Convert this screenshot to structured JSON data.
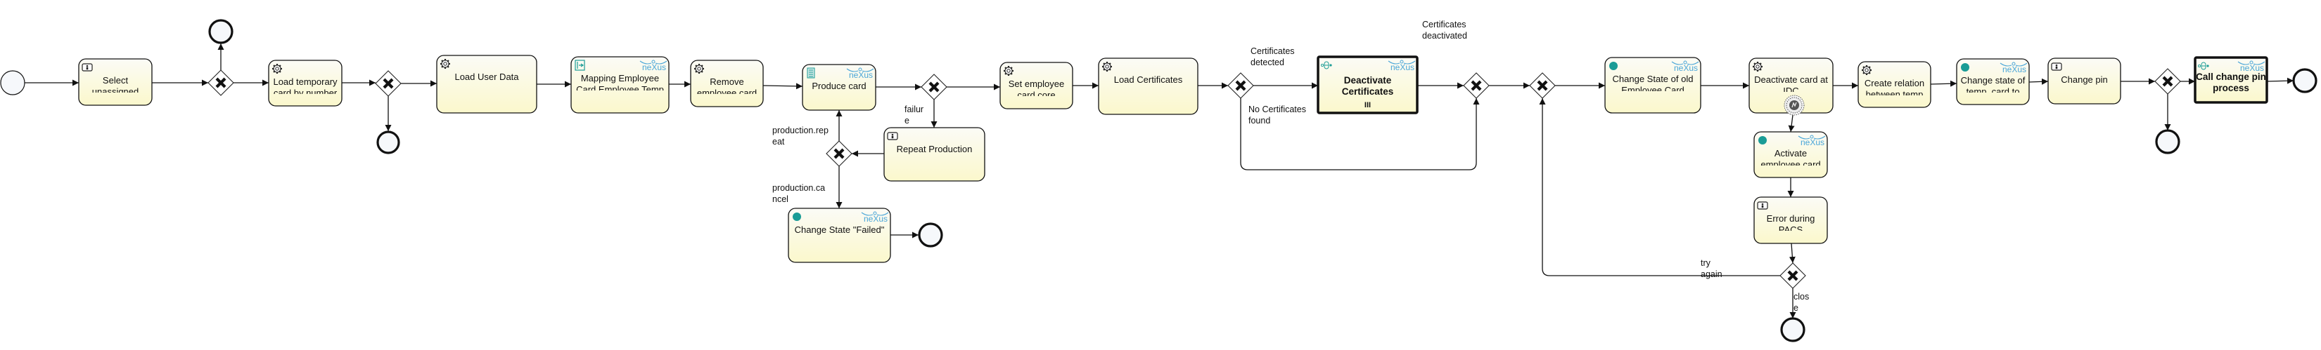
{
  "diagram": {
    "type": "BPMN process",
    "colors": {
      "task_fill_top": "#fbfbf6",
      "task_fill_bottom": "#fbf8cc",
      "stroke": "#111111",
      "event_fill": "#f6f8fb",
      "teal": "#1a9c96",
      "nexus_blue": "#4aa6d8"
    },
    "brand_badge": "neXus",
    "events": [
      {
        "id": "start",
        "kind": "start"
      },
      {
        "id": "end1",
        "kind": "end"
      },
      {
        "id": "end2",
        "kind": "end"
      },
      {
        "id": "end3",
        "kind": "end"
      },
      {
        "id": "end4",
        "kind": "end"
      },
      {
        "id": "end5",
        "kind": "end"
      },
      {
        "id": "end6",
        "kind": "end"
      },
      {
        "id": "boundary",
        "kind": "boundary-error"
      }
    ],
    "tasks": [
      {
        "id": "t1",
        "lines": [
          "Select",
          "unassigned"
        ],
        "icon": "user-task-icon",
        "nexus": false,
        "bold": false
      },
      {
        "id": "t2",
        "lines": [
          "Load temporary",
          "card by number"
        ],
        "icon": "gear-icon",
        "nexus": false,
        "bold": false
      },
      {
        "id": "t3",
        "lines": [
          "Load User Data"
        ],
        "icon": "gear-icon",
        "nexus": false,
        "bold": false
      },
      {
        "id": "t4",
        "lines": [
          "Mapping Employee",
          "Card Employee Temp"
        ],
        "icon": "mapping-icon",
        "nexus": true,
        "bold": false
      },
      {
        "id": "t5",
        "lines": [
          "Remove",
          "employee card"
        ],
        "icon": "gear-icon",
        "nexus": false,
        "bold": false
      },
      {
        "id": "t6",
        "lines": [
          "Produce card"
        ],
        "icon": "script-icon",
        "nexus": true,
        "bold": false
      },
      {
        "id": "t7",
        "lines": [
          "Repeat Production"
        ],
        "icon": "user-task-icon",
        "nexus": false,
        "bold": false
      },
      {
        "id": "t8",
        "lines": [
          "Change State \"Failed\""
        ],
        "icon": "state-dot-icon",
        "nexus": true,
        "bold": false
      },
      {
        "id": "t9",
        "lines": [
          "Set employee",
          "card core"
        ],
        "icon": "gear-icon",
        "nexus": false,
        "bold": false
      },
      {
        "id": "t10",
        "lines": [
          "Load Certificates"
        ],
        "icon": "gear-icon",
        "nexus": false,
        "bold": false
      },
      {
        "id": "t11",
        "lines": [
          "Deactivate",
          "Certificates"
        ],
        "icon": "call-activity-icon",
        "nexus": true,
        "bold": true,
        "multi_instance": "III"
      },
      {
        "id": "t12",
        "lines": [
          "Change State of old",
          "Employee Card"
        ],
        "icon": "state-dot-icon",
        "nexus": true,
        "bold": false
      },
      {
        "id": "t13",
        "lines": [
          "Deactivate card at",
          "IDC"
        ],
        "icon": "gear-icon",
        "nexus": false,
        "bold": false
      },
      {
        "id": "t14",
        "lines": [
          "Activate",
          "employee card"
        ],
        "icon": "state-dot-icon",
        "nexus": true,
        "bold": false
      },
      {
        "id": "t15",
        "lines": [
          "Error during",
          "PACS"
        ],
        "icon": "user-task-icon",
        "nexus": false,
        "bold": false
      },
      {
        "id": "t16",
        "lines": [
          "Create relation",
          "between temp"
        ],
        "icon": "gear-icon",
        "nexus": false,
        "bold": false
      },
      {
        "id": "t17",
        "lines": [
          "Change state of",
          "temp. card to"
        ],
        "icon": "state-dot-icon",
        "nexus": true,
        "bold": false
      },
      {
        "id": "t18",
        "lines": [
          "Change pin"
        ],
        "icon": "user-task-icon",
        "nexus": false,
        "bold": false
      },
      {
        "id": "t19",
        "lines": [
          "Call change pin",
          "process"
        ],
        "icon": "call-activity-icon",
        "nexus": true,
        "bold": true
      }
    ],
    "gateways": [
      {
        "id": "g1",
        "kind": "exclusive"
      },
      {
        "id": "g2",
        "kind": "exclusive"
      },
      {
        "id": "g3",
        "kind": "exclusive"
      },
      {
        "id": "g4",
        "kind": "exclusive"
      },
      {
        "id": "g5",
        "kind": "exclusive"
      },
      {
        "id": "g6",
        "kind": "exclusive"
      },
      {
        "id": "g7",
        "kind": "exclusive"
      },
      {
        "id": "g8",
        "kind": "exclusive"
      },
      {
        "id": "g9",
        "kind": "exclusive"
      }
    ],
    "flow_labels": [
      {
        "id": "l_failure",
        "lines": [
          "failur",
          "e"
        ]
      },
      {
        "id": "l_repeat",
        "lines": [
          "production.rep",
          "eat"
        ]
      },
      {
        "id": "l_cancel",
        "lines": [
          "production.ca",
          "ncel"
        ]
      },
      {
        "id": "l_detected",
        "lines": [
          "Certificates",
          "detected"
        ]
      },
      {
        "id": "l_notfound",
        "lines": [
          "No Certificates",
          "found"
        ]
      },
      {
        "id": "l_deactivated",
        "lines": [
          "Certificates",
          "deactivated"
        ]
      },
      {
        "id": "l_try",
        "lines": [
          "try",
          "again"
        ]
      },
      {
        "id": "l_close",
        "lines": [
          "clos",
          "e"
        ]
      }
    ]
  }
}
